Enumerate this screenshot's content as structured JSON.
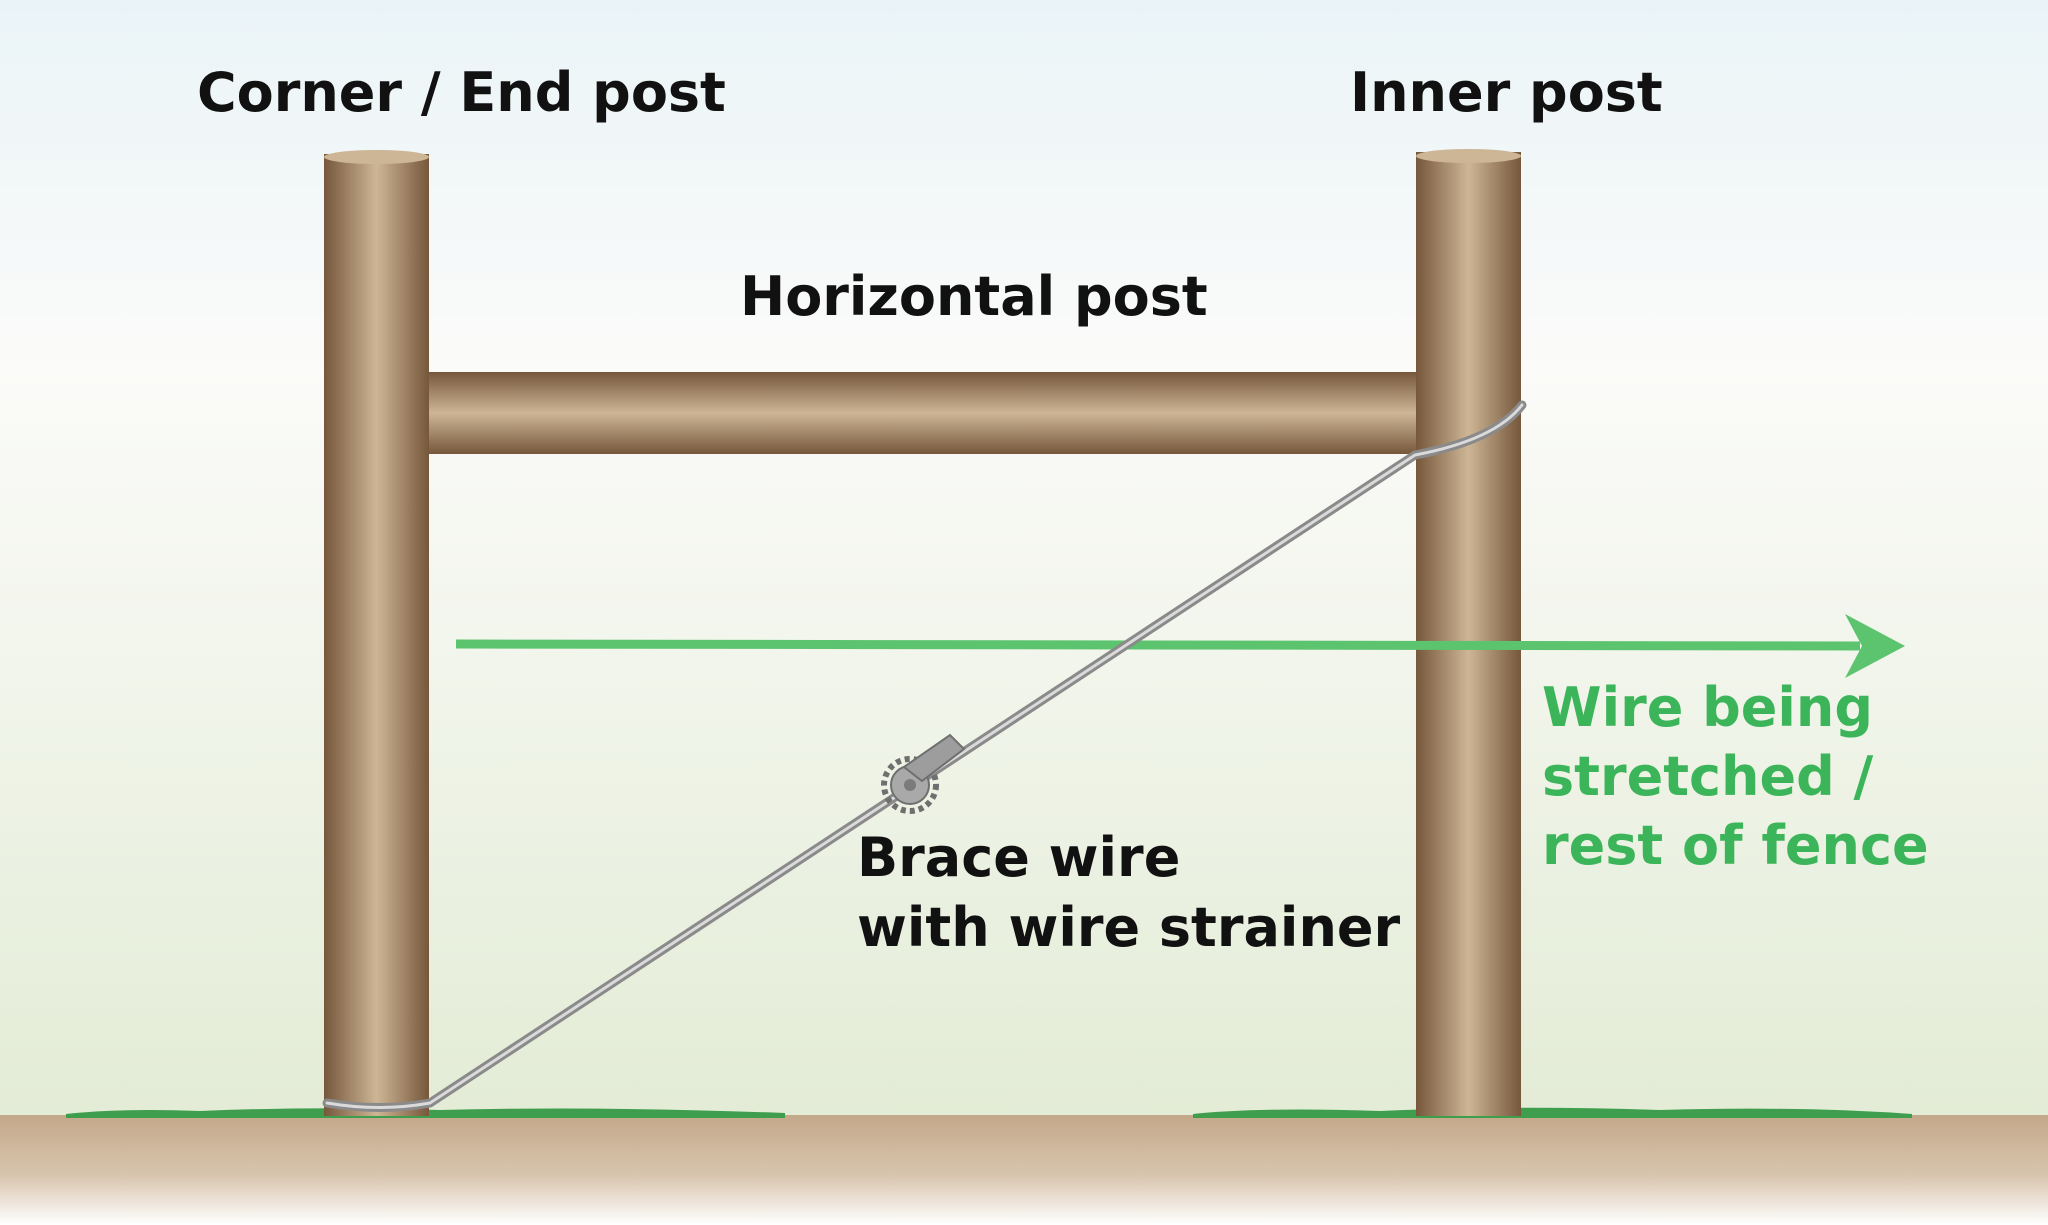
{
  "labels": {
    "corner_post": "Corner / End post",
    "inner_post": "Inner post",
    "horizontal_post": "Horizontal post",
    "brace_wire_line1": "Brace wire",
    "brace_wire_line2": "with wire strainer",
    "stretched_wire_line1": "Wire being",
    "stretched_wire_line2": "stretched /",
    "stretched_wire_line3": "rest of fence"
  },
  "colors": {
    "sky_top": "#eaf4f8",
    "sky_bottom": "#e3ecd6",
    "post_dark": "#7a5a3c",
    "post_light": "#cdb696",
    "post_top": "#cdb696",
    "ground": "#c4a88a",
    "grass": "#3f9e4d",
    "wire": "#9a9a9a",
    "stretched_wire": "#5cc36f",
    "label_text": "#111111",
    "label_green": "#3cb55a"
  }
}
